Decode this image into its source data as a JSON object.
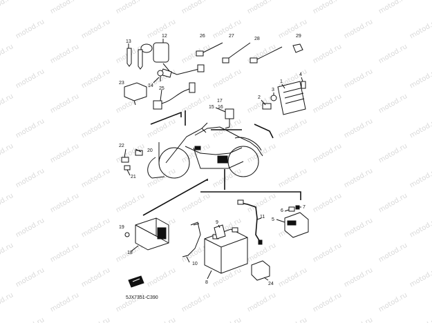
{
  "diagram": {
    "code": "5JX7351-C390",
    "watermark": "motod.ru",
    "part_numbers": [
      "1",
      "2",
      "3",
      "4",
      "5",
      "6",
      "7",
      "8",
      "9",
      "10",
      "11",
      "12",
      "13",
      "14",
      "15",
      "16",
      "17",
      "18",
      "19",
      "20",
      "21",
      "22",
      "23",
      "24",
      "25",
      "26",
      "27",
      "28",
      "29"
    ]
  }
}
